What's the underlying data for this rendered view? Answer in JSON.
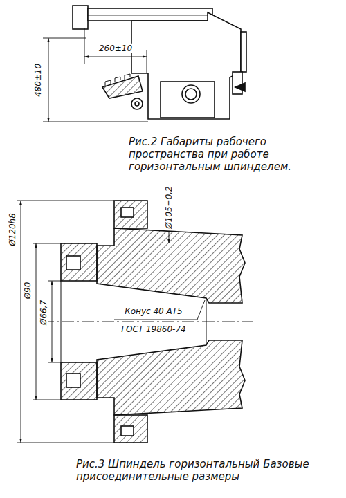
{
  "diagram": {
    "labels": [
      "480±10",
      "260±10",
      "Рис.2 Габариты рабочего пространства при работе горизонтальным шпинделем.",
      "Ø120h8",
      "Ø90",
      "Ø66,7",
      "Ø105+0,2",
      "Конус 40 АТ5",
      "ГОСТ 19860-74",
      "Рис.3 Шпиндель горизонтальный Базовые присоединительные размеры"
    ]
  }
}
